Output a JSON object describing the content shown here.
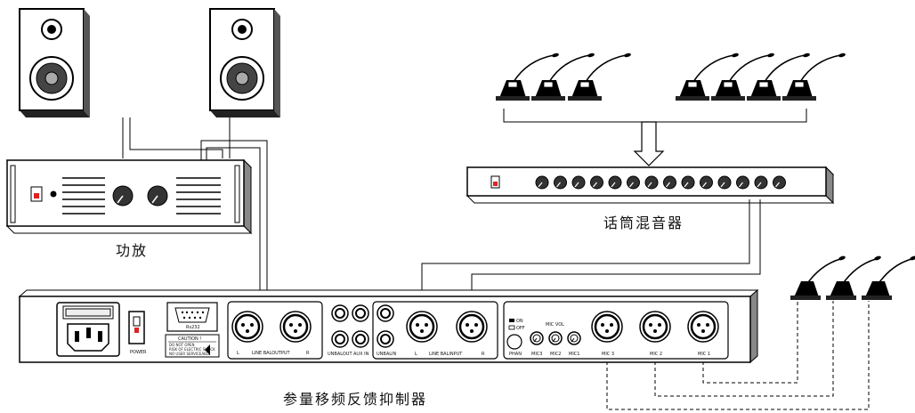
{
  "captions": {
    "amplifier": "功放",
    "mic_mixer": "话筒混音器",
    "feedback_suppressor": "参量移频反馈抑制器"
  },
  "rear_panel": {
    "power": "POWER",
    "rs232": "Rs232",
    "caution": "CAUTION !",
    "caution_lines": [
      "DO NOT OPEN",
      "RISK OF ELECTRIC SHOCK",
      "NO USER SERVICEABLE"
    ],
    "line_balout": "LINE BALOUTPUT",
    "unbalout": "UNBALOUT",
    "aux_in": "AUX IN",
    "unbalin": "UNBALIN",
    "line_balin": "LINE BALINPUT",
    "ch_l": "L",
    "ch_r": "R",
    "phan_on": "ON",
    "phan_off": "OFF",
    "phan": "PHAN",
    "mic_vol": "MIC VOL",
    "vol_labels": [
      "MIC3",
      "MIC2",
      "MIC1"
    ],
    "mic_inputs": [
      "MIC 3",
      "MIC 2",
      "MIC 1"
    ]
  }
}
